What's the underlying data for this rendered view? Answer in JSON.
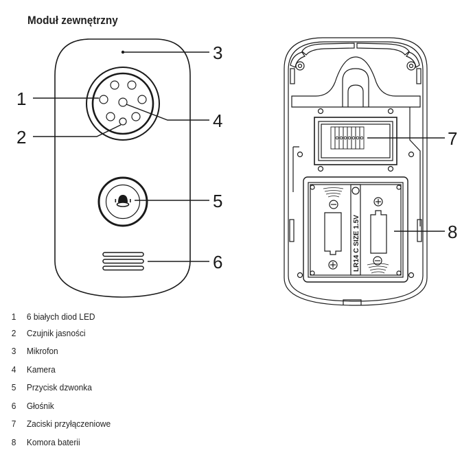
{
  "title": "Moduł zewnętrzny",
  "callouts": [
    "1",
    "2",
    "3",
    "4",
    "5",
    "6",
    "7",
    "8"
  ],
  "battery_label": "LR14 C SIZE 1.5V",
  "legend": [
    {
      "num": "1",
      "label": "6 białych diod LED"
    },
    {
      "num": "2",
      "label": "Czujnik jasności"
    },
    {
      "num": "3",
      "label": "Mikrofon"
    },
    {
      "num": "4",
      "label": "Kamera"
    },
    {
      "num": "5",
      "label": "Przycisk dzwonka"
    },
    {
      "num": "6",
      "label": "Głośnik"
    },
    {
      "num": "7",
      "label": "Zaciski przyłączeniowe"
    },
    {
      "num": "8",
      "label": "Komora baterii"
    }
  ]
}
